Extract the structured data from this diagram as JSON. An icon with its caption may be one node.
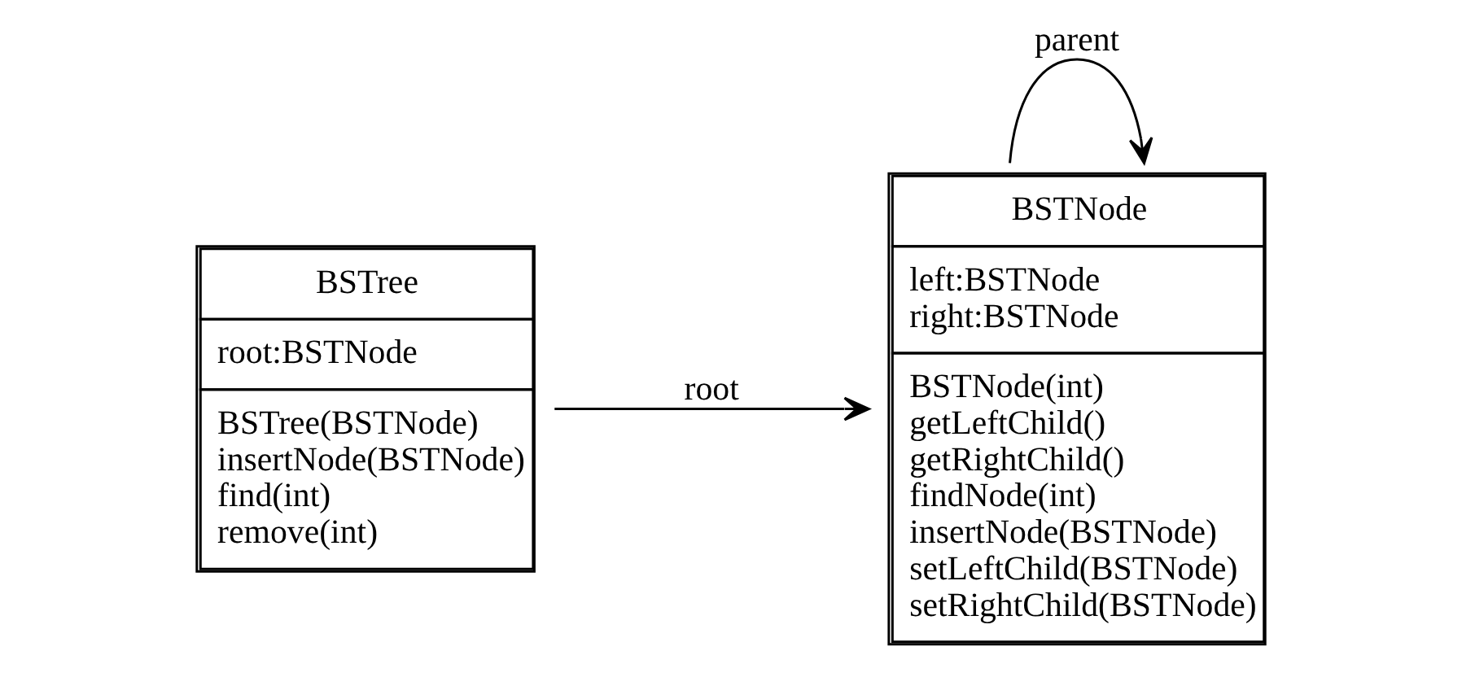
{
  "diagram": {
    "nodes": [
      {
        "text": [
          "BSTree",
          "root:BSTNode",
          "BSTree(BSTNode) insertNode(BSTNode) find(int) remove(int)"
        ]
      },
      {
        "text": [
          "BSTNode",
          "left:BSTNode right:BSTNode",
          "BSTNode(int) getLeftChild() getRightChild() findNode(int) insertNode(BSTNode) setLeftChild(BSTNode) setRightChild(BSTNode)"
        ]
      }
    ],
    "edges": [
      {
        "from": 0,
        "to": 1,
        "arrow": "to",
        "label": "root"
      },
      {
        "from": 1,
        "to": 1,
        "arrow": "to",
        "label": "parent"
      }
    ]
  }
}
